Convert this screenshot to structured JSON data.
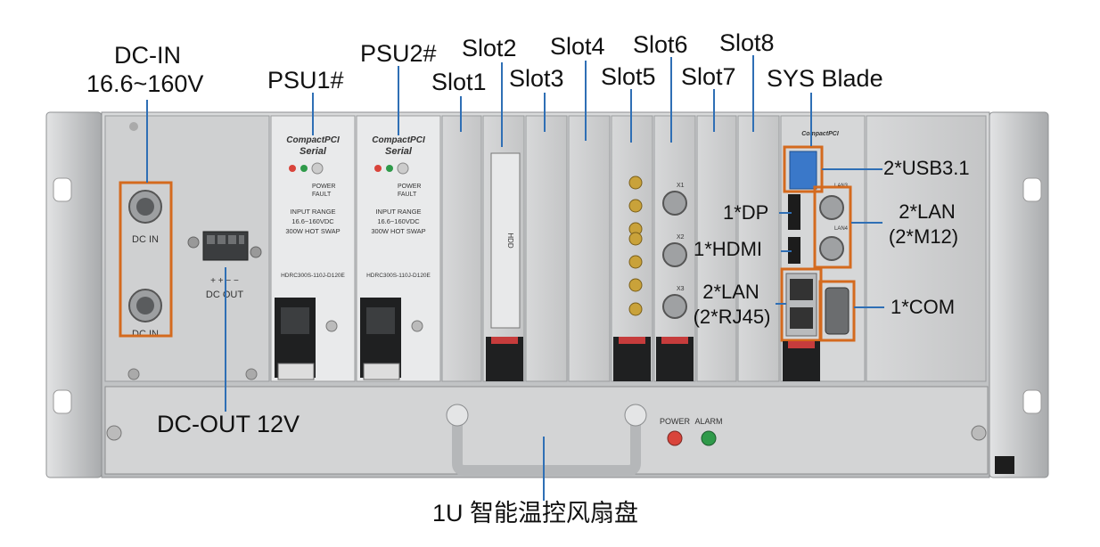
{
  "callouts": {
    "dc_in": "DC-IN",
    "dc_in_range": "16.6~160V",
    "psu1": "PSU1#",
    "psu2": "PSU2#",
    "slot1": "Slot1",
    "slot2": "Slot2",
    "slot3": "Slot3",
    "slot4": "Slot4",
    "slot5": "Slot5",
    "slot6": "Slot6",
    "slot7": "Slot7",
    "slot8": "Slot8",
    "sys_blade": "SYS Blade",
    "usb": "2*USB3.1",
    "lan_m12": "2*LAN",
    "lan_m12_sub": "(2*M12)",
    "dp": "1*DP",
    "hdmi": "1*HDMI",
    "lan_rj45": "2*LAN",
    "lan_rj45_sub": "(2*RJ45)",
    "com": "1*COM",
    "dc_out": "DC-OUT 12V",
    "fan_tray": "1U 智能温控风扇盘"
  },
  "chassis_text": {
    "dc_in_port_top": "DC IN",
    "dc_in_port_bottom": "DC IN",
    "dc_out_port": "DC OUT",
    "dc_out_polarity": "+ + − −",
    "cpci_brand_line1": "CompactPCI",
    "cpci_brand_line2": "Serial",
    "psu_power": "POWER",
    "psu_fault": "FAULT",
    "psu_input_range": "INPUT RANGE",
    "psu_voltage": "16.6~160VDC",
    "psu_hot_swap": "300W HOT SWAP",
    "psu_model": "HDRC300S-110J-D120E",
    "hdd_label": "HDD",
    "fan_power": "POWER",
    "fan_alarm": "ALARM",
    "x1": "X1",
    "x2": "X2",
    "x3": "X3",
    "lan3": "LAN3",
    "lan4": "LAN4"
  },
  "colors": {
    "callout_line": "#2f6fb5",
    "highlight_box": "#d46a1e",
    "chassis_panel": "#c9cacb",
    "power_led": "#d9443b",
    "alarm_led": "#2f9a4a"
  }
}
